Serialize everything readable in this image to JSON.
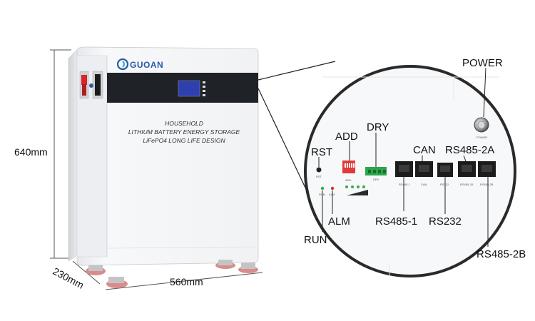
{
  "product": {
    "brand": "GUOAN",
    "label_lines": [
      "HOUSEHOLD",
      "LITHIUM BATTERY ENERGY STORAGE",
      "LiFePO4 LONG LIFE DESIGN"
    ]
  },
  "dimensions": {
    "height": "640mm",
    "depth": "230mm",
    "width": "560mm"
  },
  "callouts": {
    "power": "POWER",
    "rst": "RST",
    "add": "ADD",
    "dry": "DRY",
    "can": "CAN",
    "rs485_2a": "RS485-2A",
    "alm": "ALM",
    "run": "RUN",
    "rs485_1": "RS485-1",
    "rs232": "RS232",
    "rs485_2b": "RS485-2B"
  },
  "panel_labels": {
    "rst": "RST",
    "add": "ADD",
    "dry": "DRY",
    "run": "RUN",
    "alm": "ALM",
    "rs485_1": "RS485-1",
    "can": "CAN",
    "rs232": "RS232",
    "rs485_2a": "RS485-2A",
    "rs485_2b": "RS485-2B",
    "power": "POWER"
  },
  "colors": {
    "cabinet": "#f4f5f7",
    "band": "#1f2226",
    "display": "#2e3fb0",
    "terminal_red": "#d8232a",
    "dip_switch": "#e23a3a",
    "dry_connector": "#2aa84a",
    "led_green": "#3aa84a",
    "led_red": "#d63030",
    "foot": "#d98c8c"
  }
}
